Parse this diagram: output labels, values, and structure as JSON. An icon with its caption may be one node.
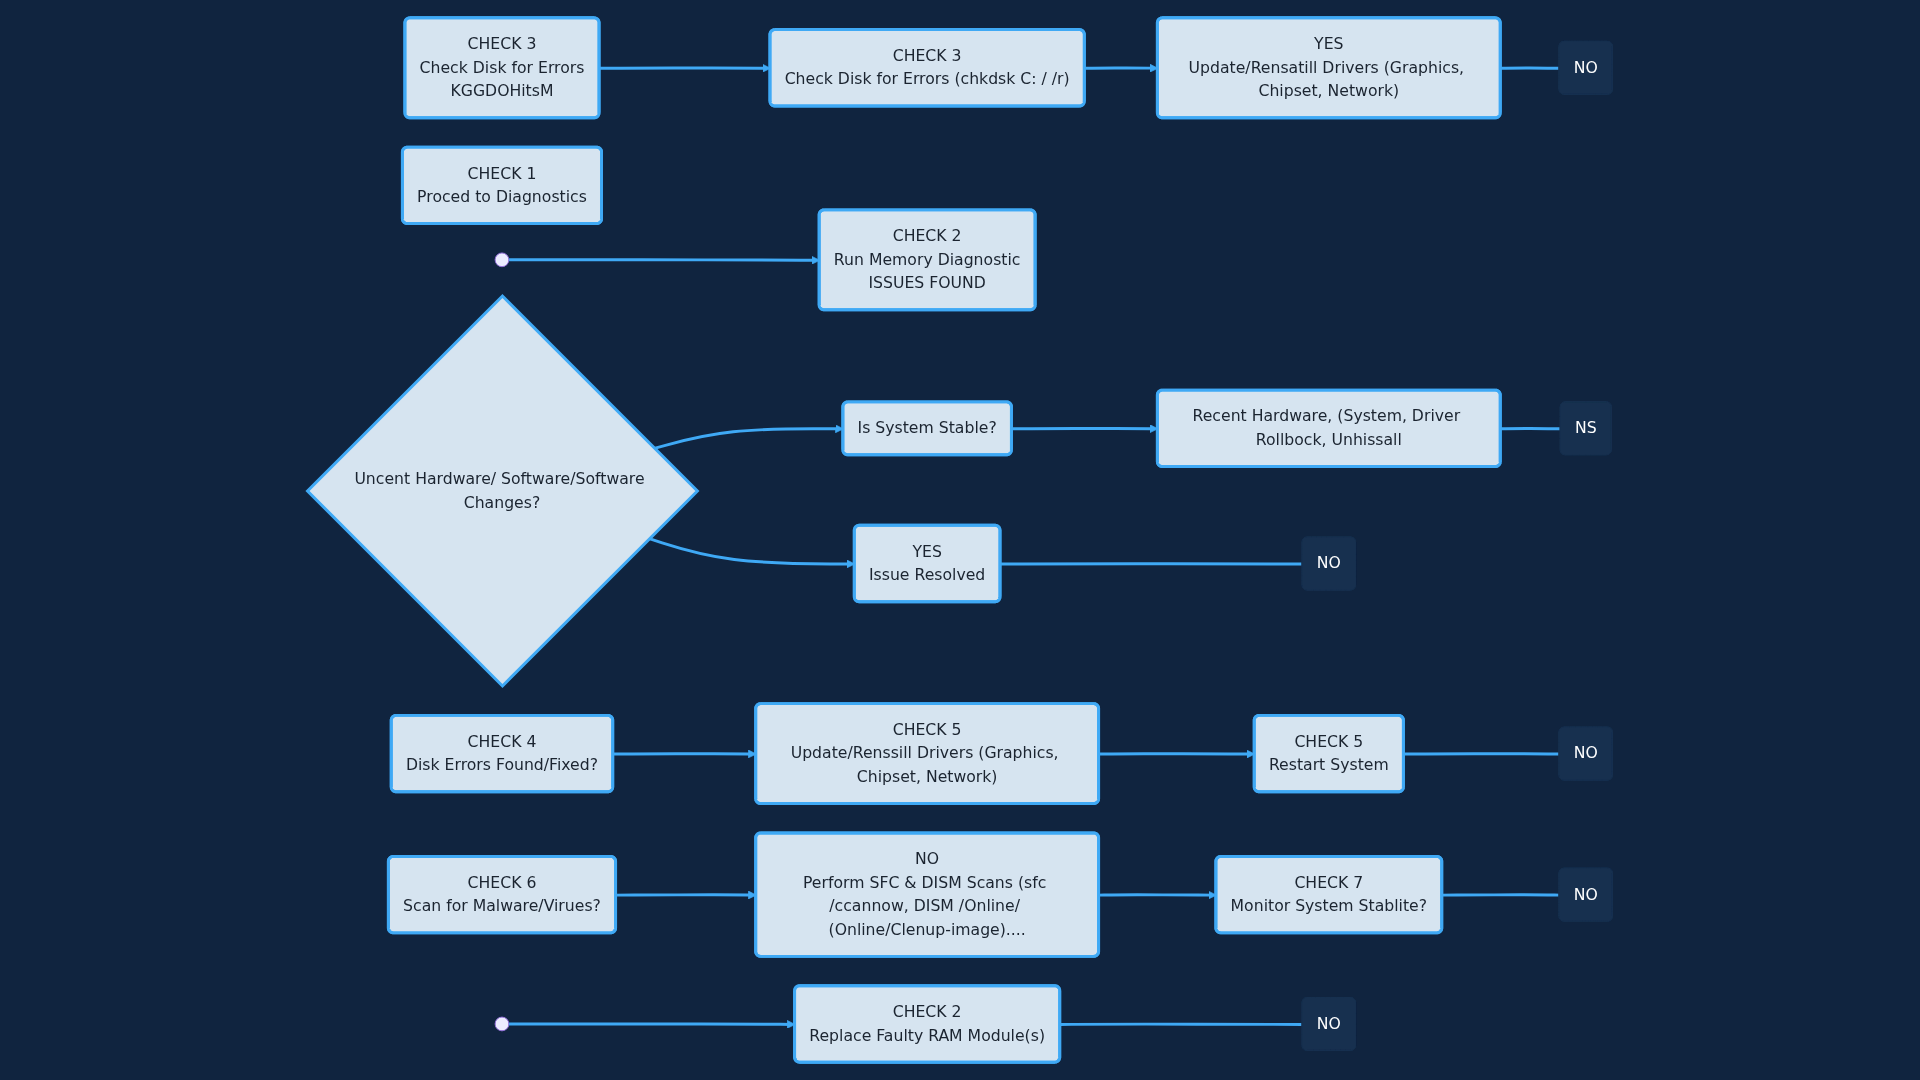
{
  "diagram": {
    "nodes": [
      {
        "text": [
          "Uncent Hardware/ Software/Software Changes?"
        ]
      },
      {
        "text": [
          "Is System Stable?"
        ]
      },
      {
        "text": [
          "Recent Hardware, (System, Driver Rollbock, Unhissall"
        ]
      },
      {
        "text": [
          "YES",
          "Issue Resolved"
        ]
      },
      {
        "text": [
          "CHECK 1",
          "Proced to Diagnostics"
        ]
      },
      {
        "text": [
          "CHECK 2",
          "Run Memory Diagnostic",
          "ISSUES FOUND"
        ]
      },
      {
        "text": [
          "CHECK 2",
          "Replace Faulty RAM Module(s)"
        ]
      },
      {
        "text": [
          "CHECK 3",
          "Check Disk for Errors",
          "KGGDOHitsM"
        ]
      },
      {
        "text": [
          "CHECK 3",
          "Check Disk for Errors (chkdsk C: / /r)"
        ]
      },
      {
        "text": [
          "YES",
          "Update/Rensatill Drivers (Graphics, Chipset, Network)"
        ]
      },
      {
        "text": [
          "CHECK 4",
          "Disk Errors Found/Fixed?"
        ]
      },
      {
        "text": [
          "CHECK 5",
          "Update/Renssill Drivers (Graphics, Chipset, Network)"
        ]
      },
      {
        "text": [
          "CHECK 5",
          "Restart System"
        ]
      },
      {
        "text": [
          "CHECK 6",
          "Scan for Malware/Virues?"
        ]
      },
      {
        "text": [
          "NO",
          "Perform SFC & DISM Scans (sfc /ccannow, DISM /Online/ (Online/Clenup-image)...."
        ]
      },
      {
        "text": [
          "CHECK 7",
          "Monitor System Stablite?"
        ]
      },
      {
        "text": [
          "NS"
        ]
      },
      {
        "text": [
          "NO"
        ]
      },
      {
        "text": [
          "NO"
        ]
      },
      {
        "text": [
          "NO"
        ]
      },
      {
        "text": [
          "NO"
        ]
      },
      {
        "text": [
          "NO"
        ]
      }
    ],
    "edges": [
      {
        "from": 0,
        "to": 1,
        "arrow": "to"
      },
      {
        "from": 1,
        "to": 2,
        "arrow": "to"
      },
      {
        "from": 0,
        "to": 3,
        "arrow": "to"
      },
      {
        "from": 2,
        "to": 16,
        "arrow": "none"
      },
      {
        "from": 3,
        "to": 17,
        "arrow": "none"
      },
      {
        "from": null,
        "to": 5,
        "arrow": "to"
      },
      {
        "from": null,
        "to": 6,
        "arrow": "to"
      },
      {
        "from": 6,
        "to": 18,
        "arrow": "none"
      },
      {
        "from": 7,
        "to": 8,
        "arrow": "to"
      },
      {
        "from": 8,
        "to": 9,
        "arrow": "to"
      },
      {
        "from": 9,
        "to": 19,
        "arrow": "none"
      },
      {
        "from": 10,
        "to": 11,
        "arrow": "to"
      },
      {
        "from": 11,
        "to": 12,
        "arrow": "to"
      },
      {
        "from": 12,
        "to": 20,
        "arrow": "none"
      },
      {
        "from": 13,
        "to": 14,
        "arrow": "to"
      },
      {
        "from": 14,
        "to": 15,
        "arrow": "to"
      },
      {
        "from": 15,
        "to": 21,
        "arrow": "none"
      }
    ]
  }
}
